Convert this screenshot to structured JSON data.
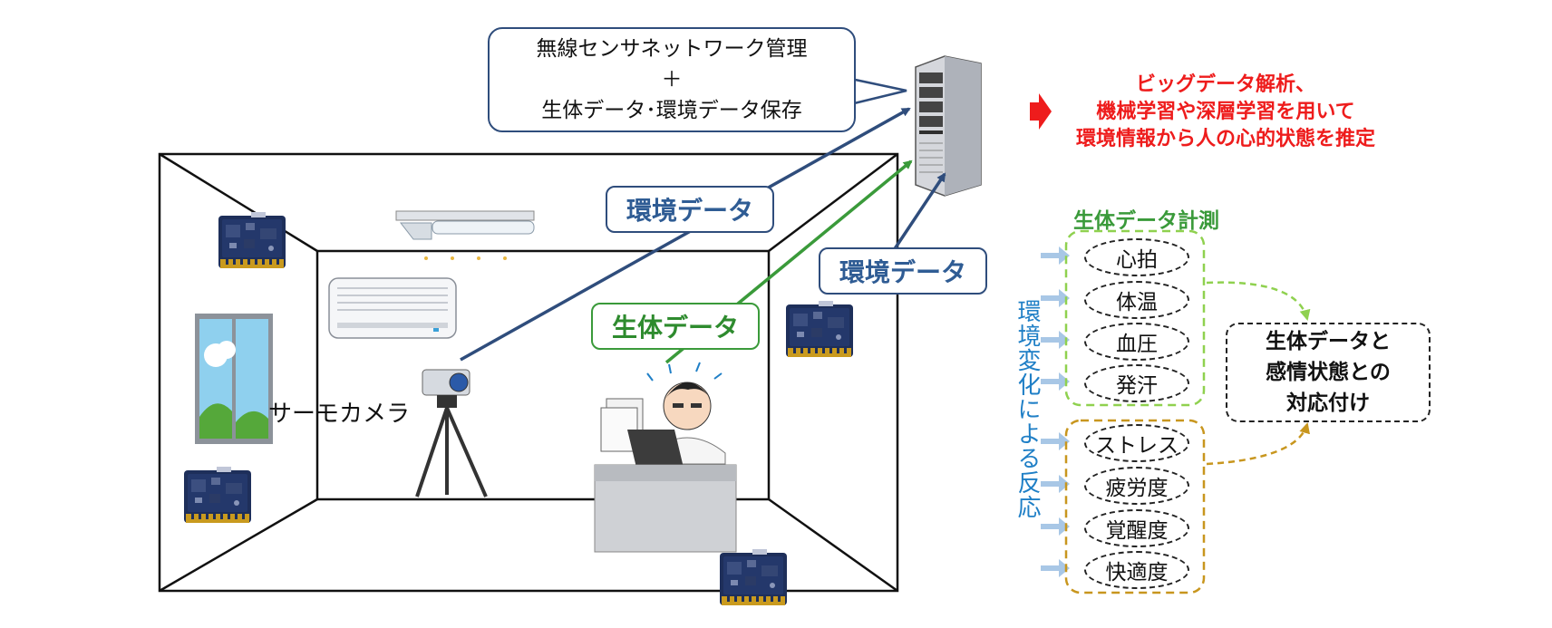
{
  "callout": {
    "line1": "無線センサネットワーク管理",
    "line2": "＋",
    "line3": "生体データ･環境データ保存"
  },
  "labels": {
    "env_data_top": "環境データ",
    "env_data_right": "環境データ",
    "bio_data": "生体データ",
    "thermo_camera": "サーモカメラ"
  },
  "analysis": {
    "line1": "ビッグデータ解析、",
    "line2": "機械学習や深層学習を用いて",
    "line3": "環境情報から人の心的状態を推定"
  },
  "bio_measure": {
    "title": "生体データ計測",
    "items": [
      "心拍",
      "体温",
      "血圧",
      "発汗"
    ]
  },
  "env_reaction": {
    "title": "環境変化による反応",
    "items": [
      "ストレス",
      "疲労度",
      "覚醒度",
      "快適度"
    ]
  },
  "mapping": {
    "line1": "生体データと",
    "line2": "感情状態との",
    "line3": "対応付け"
  },
  "colors": {
    "env_blue": "#2f5c94",
    "bio_green": "#3a9a3a",
    "alert_red": "#ee1c1c",
    "gold": "#c8961e",
    "vertical_blue": "#1f7fc6"
  }
}
